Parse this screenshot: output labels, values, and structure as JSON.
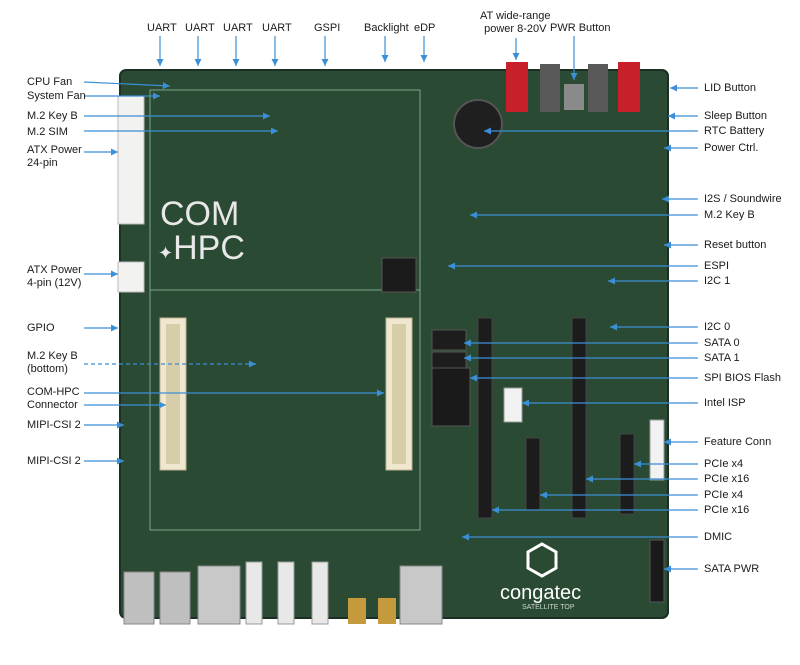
{
  "board": {
    "logo_line1": "COM",
    "logo_line2": "HPC",
    "brand": "congatec",
    "silk": "SATELLITE TOP",
    "board_color": "#2a4a33",
    "arrow_color": "#3b8fd6"
  },
  "labels_top": [
    {
      "id": "uart-1",
      "text": "UART"
    },
    {
      "id": "uart-2",
      "text": "UART"
    },
    {
      "id": "uart-3",
      "text": "UART"
    },
    {
      "id": "uart-4",
      "text": "UART"
    },
    {
      "id": "gspi",
      "text": "GSPI"
    },
    {
      "id": "backlight",
      "text": "Backlight"
    },
    {
      "id": "edp",
      "text": "eDP"
    },
    {
      "id": "at-power",
      "text": "AT wide-range\npower 8-20V"
    },
    {
      "id": "pwr-button",
      "text": "PWR Button"
    }
  ],
  "labels_left": [
    {
      "id": "cpu-fan",
      "text": "CPU Fan"
    },
    {
      "id": "system-fan",
      "text": "System Fan"
    },
    {
      "id": "m2-key-b",
      "text": "M.2 Key B"
    },
    {
      "id": "m2-sim",
      "text": "M.2 SIM"
    },
    {
      "id": "atx-24",
      "text": "ATX Power\n24-pin"
    },
    {
      "id": "atx-4",
      "text": "ATX Power\n4-pin (12V)"
    },
    {
      "id": "gpio",
      "text": "GPIO"
    },
    {
      "id": "m2-key-b-bottom",
      "text": "M.2 Key B\n(bottom)"
    },
    {
      "id": "com-hpc",
      "text": "COM-HPC\nConnector"
    },
    {
      "id": "mipi-1",
      "text": "MIPI-CSI 2"
    },
    {
      "id": "mipi-2",
      "text": "MIPI-CSI 2"
    }
  ],
  "labels_right": [
    {
      "id": "lid",
      "text": "LID Button"
    },
    {
      "id": "sleep",
      "text": "Sleep Button"
    },
    {
      "id": "rtc",
      "text": "RTC Battery"
    },
    {
      "id": "power-ctrl",
      "text": "Power Ctrl."
    },
    {
      "id": "i2s",
      "text": "I2S / Soundwire"
    },
    {
      "id": "m2-key-b-r",
      "text": "M.2 Key B"
    },
    {
      "id": "reset",
      "text": "Reset button"
    },
    {
      "id": "espi",
      "text": "ESPI"
    },
    {
      "id": "i2c1",
      "text": "I2C 1"
    },
    {
      "id": "i2c0",
      "text": "I2C 0"
    },
    {
      "id": "sata0",
      "text": "SATA 0"
    },
    {
      "id": "sata1",
      "text": "SATA 1"
    },
    {
      "id": "spi-bios",
      "text": "SPI BIOS Flash"
    },
    {
      "id": "intel-isp",
      "text": "Intel ISP"
    },
    {
      "id": "feature-conn",
      "text": "Feature Conn"
    },
    {
      "id": "pcie-x4-a",
      "text": "PCIe x4"
    },
    {
      "id": "pcie-x16-a",
      "text": "PCIe x16"
    },
    {
      "id": "pcie-x4-b",
      "text": "PCIe x4"
    },
    {
      "id": "pcie-x16-b",
      "text": "PCIe x16"
    },
    {
      "id": "dmic",
      "text": "DMIC"
    },
    {
      "id": "sata-pwr",
      "text": "SATA PWR"
    }
  ]
}
